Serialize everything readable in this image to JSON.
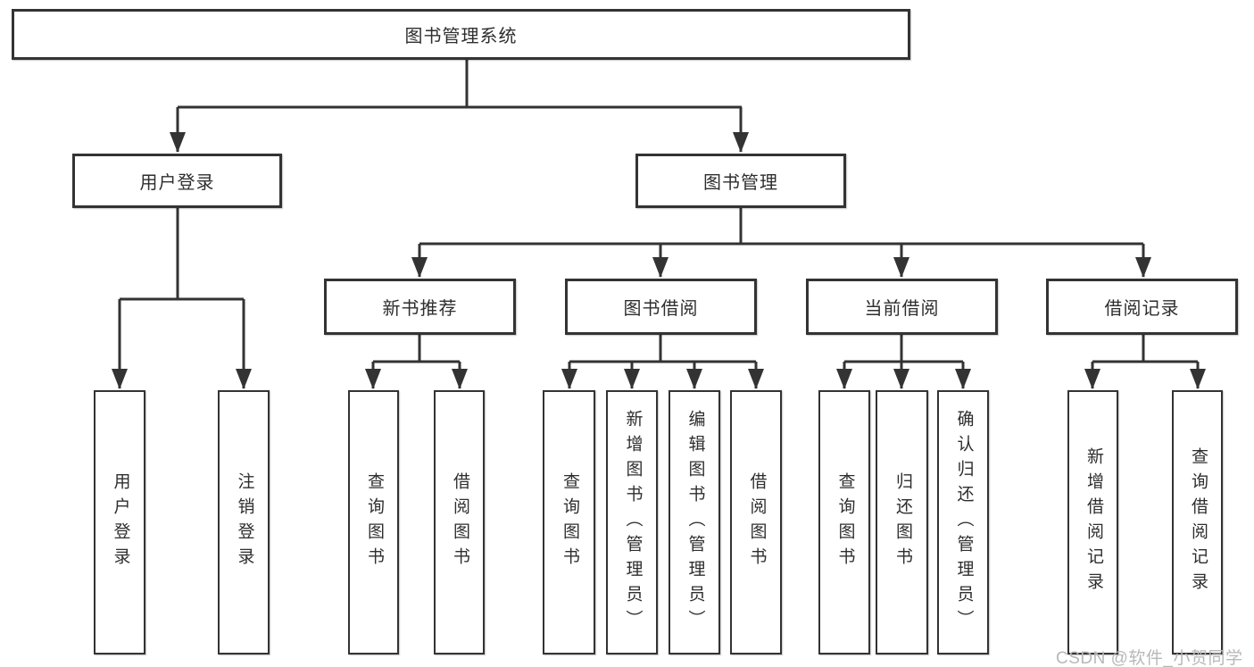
{
  "diagram": {
    "type": "hierarchy-tree",
    "nodes": {
      "root": "图书管理系统",
      "level2": [
        "用户登录",
        "图书管理"
      ],
      "level3": [
        "新书推荐",
        "图书借阅",
        "当前借阅",
        "借阅记录"
      ],
      "leaves": {
        "user_login": [
          "用户登录",
          "注销登录"
        ],
        "new_book": [
          "查询图书",
          "借阅图书"
        ],
        "book_borrow": [
          "查询图书",
          "新增图书（管理员）",
          "编辑图书（管理员）",
          "借阅图书"
        ],
        "current_borrow": [
          "查询图书",
          "归还图书",
          "确认归还（管理员）"
        ],
        "borrow_records": [
          "新增借阅记录",
          "查询借阅记录"
        ]
      }
    }
  },
  "watermark": "CSDN @软件_小贺同学",
  "colors": {
    "background": "#ffffff",
    "box_fill": "#ffffff",
    "box_border": "#333333",
    "line": "#333333",
    "text": "#2e2e2e",
    "watermark": "#b8b8b8"
  }
}
